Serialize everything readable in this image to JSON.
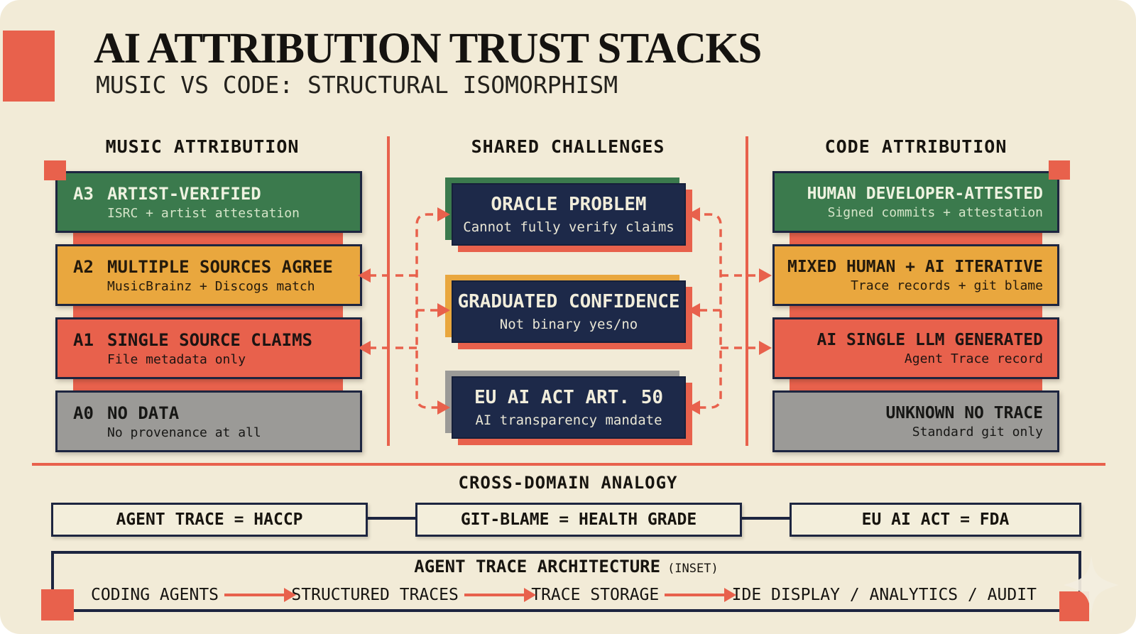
{
  "header": {
    "title": "AI ATTRIBUTION TRUST STACKS",
    "subtitle": "MUSIC VS CODE: STRUCTURAL ISOMORPHISM"
  },
  "music": {
    "header": "MUSIC ATTRIBUTION",
    "levels": [
      {
        "code": "A3",
        "title": "ARTIST-VERIFIED",
        "subtitle": "ISRC + artist attestation",
        "color": "green"
      },
      {
        "code": "A2",
        "title": "MULTIPLE SOURCES AGREE",
        "subtitle": "MusicBrainz + Discogs match",
        "color": "yellow"
      },
      {
        "code": "A1",
        "title": "SINGLE SOURCE CLAIMS",
        "subtitle": "File metadata only",
        "color": "red"
      },
      {
        "code": "A0",
        "title": "NO DATA",
        "subtitle": "No provenance at all",
        "color": "gray"
      }
    ]
  },
  "shared": {
    "header": "SHARED CHALLENGES",
    "items": [
      {
        "title": "ORACLE PROBLEM",
        "subtitle": "Cannot fully verify claims",
        "shadow_color": "green"
      },
      {
        "title": "GRADUATED CONFIDENCE",
        "subtitle": "Not binary yes/no",
        "shadow_color": "yellow"
      },
      {
        "title": "EU AI ACT ART. 50",
        "subtitle": "AI transparency mandate",
        "shadow_color": "gray"
      }
    ]
  },
  "code": {
    "header": "CODE ATTRIBUTION",
    "levels": [
      {
        "title": "HUMAN DEVELOPER-ATTESTED",
        "subtitle": "Signed commits + attestation",
        "color": "green"
      },
      {
        "title": "MIXED HUMAN + AI ITERATIVE",
        "subtitle": "Trace records + git blame",
        "color": "yellow"
      },
      {
        "title": "AI SINGLE LLM GENERATED",
        "subtitle": "Agent Trace record",
        "color": "red"
      },
      {
        "title": "UNKNOWN NO TRACE",
        "subtitle": "Standard git only",
        "color": "gray"
      }
    ]
  },
  "analogy": {
    "header": "CROSS-DOMAIN ANALOGY",
    "boxes": [
      "AGENT TRACE = HACCP",
      "GIT-BLAME = HEALTH GRADE",
      "EU AI ACT = FDA"
    ]
  },
  "inset": {
    "title": "AGENT TRACE ARCHITECTURE",
    "tag": "(INSET)",
    "flow": [
      "CODING AGENTS",
      "STRUCTURED TRACES",
      "TRACE STORAGE",
      "IDE DISPLAY / ANALYTICS / AUDIT"
    ]
  },
  "colors": {
    "background": "#f2ebd7",
    "accent_orange": "#e8614c",
    "green": "#3b7a4d",
    "yellow": "#e9a73e",
    "gray": "#9b9a97",
    "navy": "#1d2949",
    "border_navy": "#1d2540"
  }
}
